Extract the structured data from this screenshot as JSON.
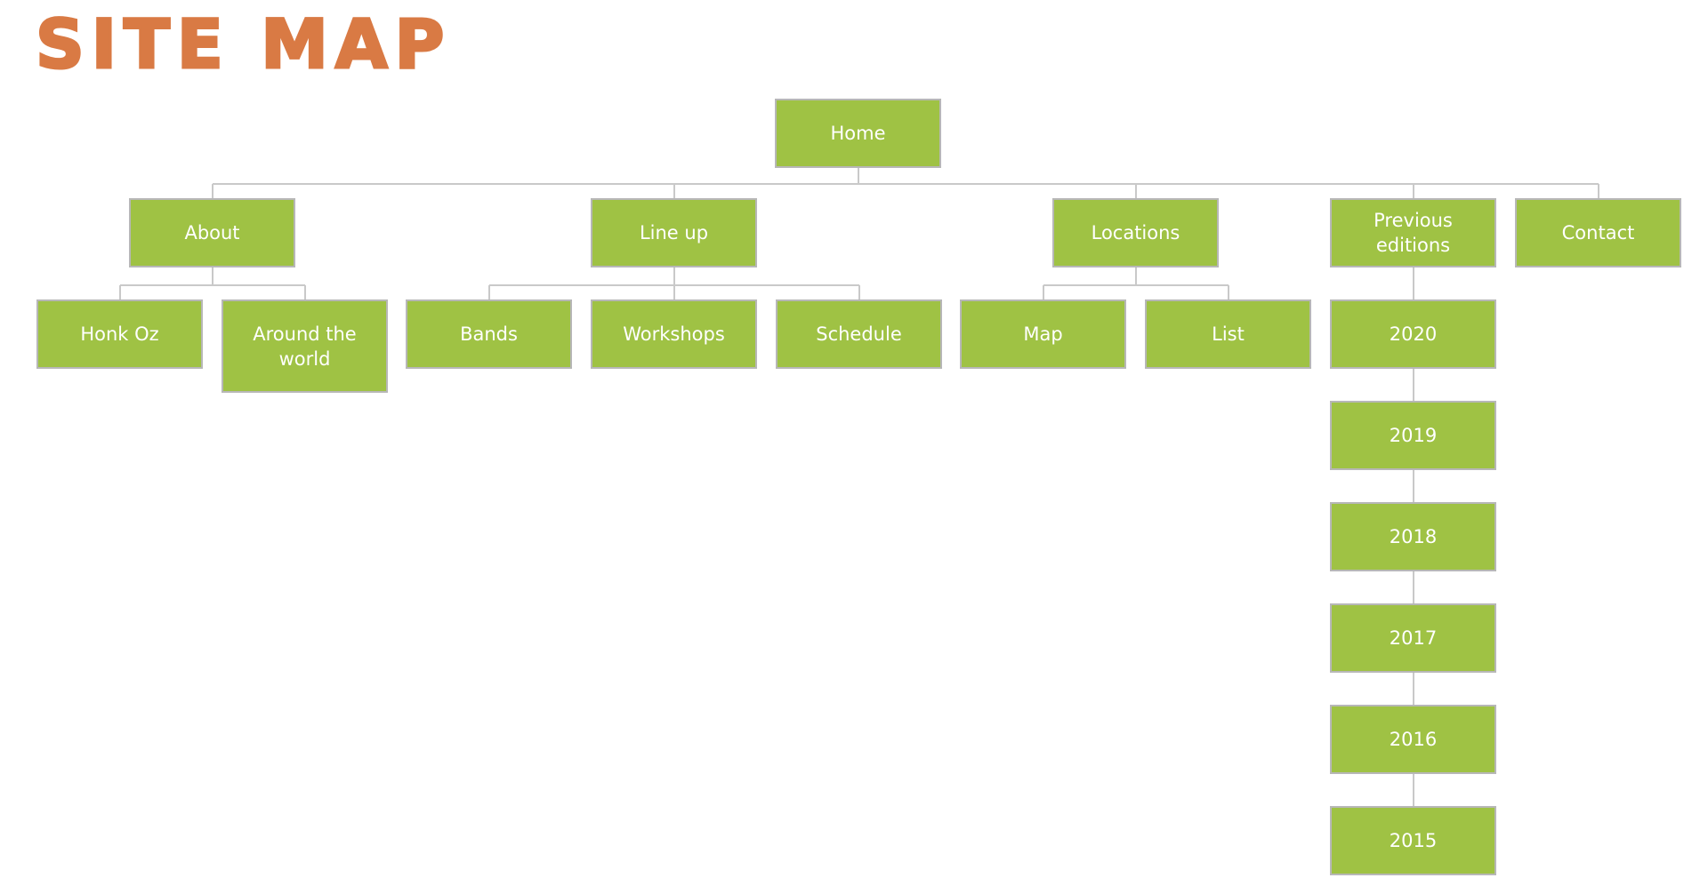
{
  "title": "SITE MAP",
  "colors": {
    "title": "#d97a44",
    "node_fill": "#9fc244",
    "node_border": "#b7b7b7",
    "connector": "#c9c9c9",
    "node_text": "#ffffff"
  },
  "nodes": {
    "home": "Home",
    "about": "About",
    "lineup": "Line up",
    "locations": "Locations",
    "previous_editions": "Previous editions",
    "contact": "Contact",
    "honk_oz": "Honk Oz",
    "around_the_world": "Around the world",
    "bands": "Bands",
    "workshops": "Workshops",
    "schedule": "Schedule",
    "map": "Map",
    "list": "List",
    "y2020": "2020",
    "y2019": "2019",
    "y2018": "2018",
    "y2017": "2017",
    "y2016": "2016",
    "y2015": "2015"
  }
}
